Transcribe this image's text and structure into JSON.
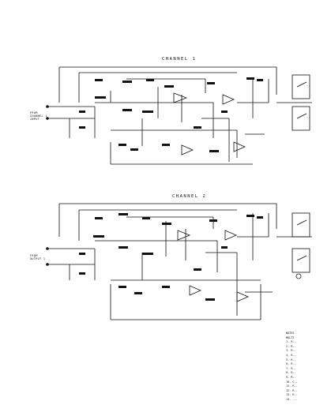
{
  "document": {
    "channel_1_title": "CHANNEL 1",
    "channel_2_title": "CHANNEL 2",
    "input_1_label": [
      "FROM",
      "CHANNEL 1",
      "INPUT"
    ],
    "input_2_label": [
      "FROM",
      "OUTPUT 1"
    ],
    "notes_heading": "NOTES",
    "notes_lines": [
      "MULTI",
      "1. R..",
      "2. R..",
      "3. R..",
      "4. R..",
      "5. R..",
      "6. R..",
      "7. R..",
      "8. R..",
      "9. R..",
      "10. C..",
      "11. R..",
      "12. R..",
      "13. R..",
      "14. ..."
    ]
  },
  "style": {
    "ink": "#111111",
    "paper": "#ffffff"
  }
}
